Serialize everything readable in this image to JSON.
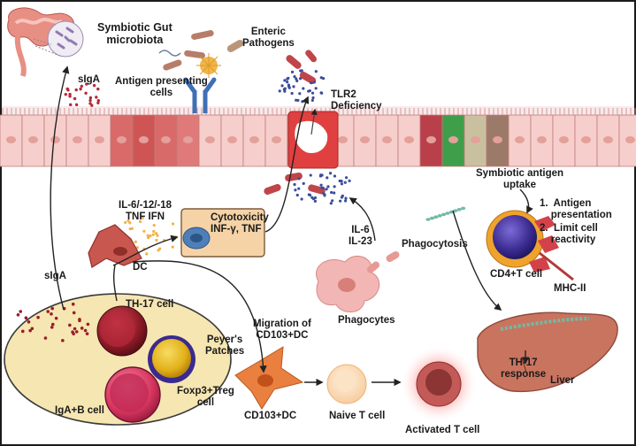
{
  "labels": {
    "symbiotic_gut_microbiota": "Symbiotic Gut\nmicrobiota",
    "enteric_pathogens": "Enteric\nPathogens",
    "siga_top": "sIgA",
    "antigen_presenting_cells": "Antigen presenting\ncells",
    "tlr2_deficiency": "TLR2\nDeficiency",
    "symbiotic_antigen_uptake": "Symbiotic antigen\nuptake",
    "antigen_presentation": "1.  Antigen\n    presentation",
    "limit_cell_reactivity": "2.  Limit cell\n    reactivity",
    "cytokines_dc": "IL-6/-12/-18\nTNF IFN",
    "cytotoxicity": "Cytotoxicity\nINF-γ, TNF",
    "il6_il23": "IL-6\nIL-23",
    "phagocytosis": "Phagocytosis",
    "dc": "DC",
    "cd4_t_cell": "CD4+T cell",
    "mhc_ii": "MHC-II",
    "siga_left": "sIgA",
    "th17_cell": "TH-17 cell",
    "phagocytes": "Phagocytes",
    "migration_cd103": "Migration of\nCD103+DC",
    "peyers_patches": "Peyer's\nPatches",
    "foxp3_treg": "Foxp3+Treg\ncell",
    "iga_b_cell": "IgA+B cell",
    "cd103_dc": "CD103+DC",
    "naive_t_cell": "Naive T cell",
    "activated_t_cell": "Activated T cell",
    "th17_response": "TH-17\nresponse",
    "liver": "Liver"
  },
  "colors": {
    "epithelium": "#f6cfcc",
    "epithelium_inflamed": "#d96a6a",
    "lumen_band": "#f4e7e9",
    "peyers_patch": "#f6e6b2",
    "liver": "#c9745f",
    "cytotoxic_box": "#f6d3a6",
    "th17_cell": "#9b1c2b",
    "treg_cell": "#e8b81c",
    "b_cell": "#d8365f",
    "cd4_t_cell": "#3a2a8f",
    "dendritic_cell": "#c8584f",
    "phagocyte": "#f2b7b4",
    "activated_t_cell": "#b94848",
    "pathogen_dots": "#3b4d9c",
    "dc_dots": "#f0b24a"
  }
}
